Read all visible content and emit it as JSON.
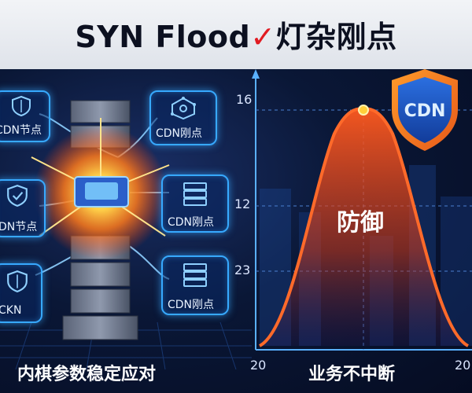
{
  "title": {
    "text": "SYN Flood",
    "check": "✓",
    "suffix": "灯杂刚点"
  },
  "left_nodes": [
    {
      "label": "CDN节点",
      "icon": "shield-icon"
    },
    {
      "label": "CDN刚点",
      "icon": "network-node-icon"
    },
    {
      "label": "DN节点",
      "icon": "shield-icon"
    },
    {
      "label": "CDN刚点",
      "icon": "server-icon"
    },
    {
      "label": "CKN",
      "icon": "shield-icon"
    },
    {
      "label": "CDN刚点",
      "icon": "server-icon"
    }
  ],
  "chart": {
    "y_ticks": [
      "16",
      "12",
      "23"
    ],
    "x_ticks": [
      "20",
      "20"
    ],
    "curve_label": "防御",
    "badge": "CDN"
  },
  "captions": {
    "left": "内棋参数稳定应对",
    "right": "业务不中断"
  },
  "colors": {
    "accent_blue": "#37a9ff",
    "curve_orange": "#ff6a2a",
    "explosion": "#ffb020",
    "check_red": "#e11b22"
  }
}
